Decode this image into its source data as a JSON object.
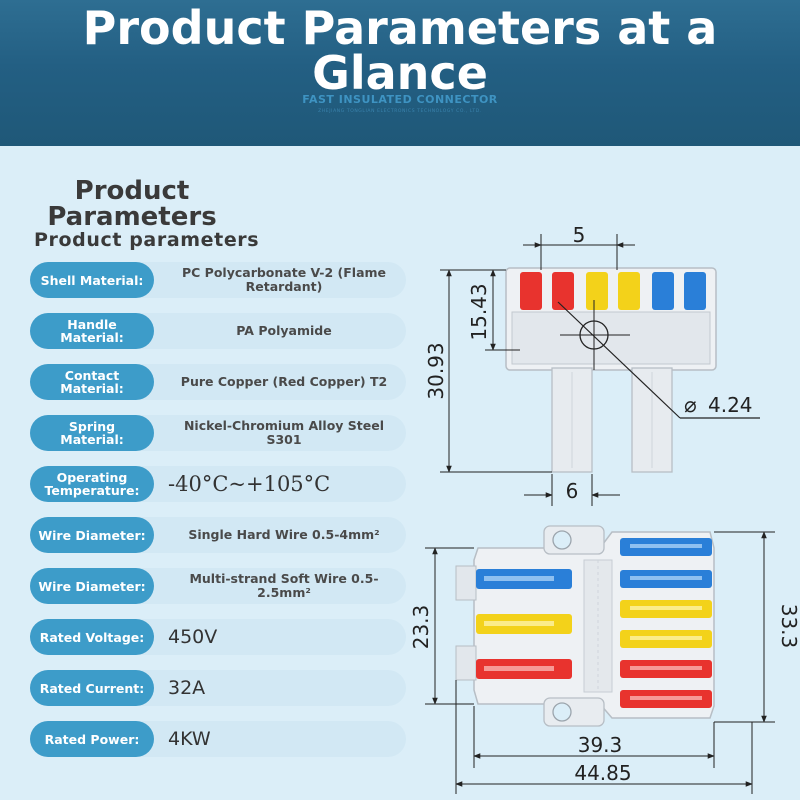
{
  "banner": {
    "title_line1": "Product Parameters at a",
    "title_line2": "Glance",
    "subtitle": "FAST INSULATED CONNECTOR",
    "company": "ZHEJIANG TONGLIAN ELECTRONICS TECHNOLOGY CO., LTD."
  },
  "section": {
    "title_line1": "Product",
    "title_line2": "Parameters",
    "subtitle": "Product parameters"
  },
  "params": [
    {
      "label": "Shell Material:",
      "value": "PC Polycarbonate V-2 (Flame Retardant)"
    },
    {
      "label": "Handle Material:",
      "value": "PA Polyamide"
    },
    {
      "label": "Contact Material:",
      "value": "Pure Copper (Red Copper) T2"
    },
    {
      "label": "Spring Material:",
      "value": "Nickel-Chromium Alloy Steel S301"
    },
    {
      "label": "Operating Temperature:",
      "value": "-40°C~+105°C"
    },
    {
      "label": "Wire Diameter:",
      "value": "Single Hard Wire 0.5-4mm²"
    },
    {
      "label": "Wire Diameter:",
      "value": "Multi-strand Soft Wire 0.5-2.5mm²"
    },
    {
      "label": "Rated Voltage:",
      "value": "450V"
    },
    {
      "label": "Rated Current:",
      "value": "32A"
    },
    {
      "label": "Rated Power:",
      "value": "4KW"
    }
  ],
  "dimensions": {
    "pitch": "5",
    "height_upper": "15.43",
    "height_total": "30.93",
    "hole_diameter": "4.24",
    "diameter_symbol": "⌀",
    "leg_width": "6",
    "body_height": "23.3",
    "total_height": "33.3",
    "body_length": "39.3",
    "total_length": "44.85"
  },
  "colors": {
    "banner": "#245f84",
    "pill": "#3d9cc9",
    "row": "#d2e8f4",
    "background": "#dbeef8",
    "lever_red": "#e8332e",
    "lever_yellow": "#f3d21a",
    "lever_blue": "#2a7fd8"
  }
}
